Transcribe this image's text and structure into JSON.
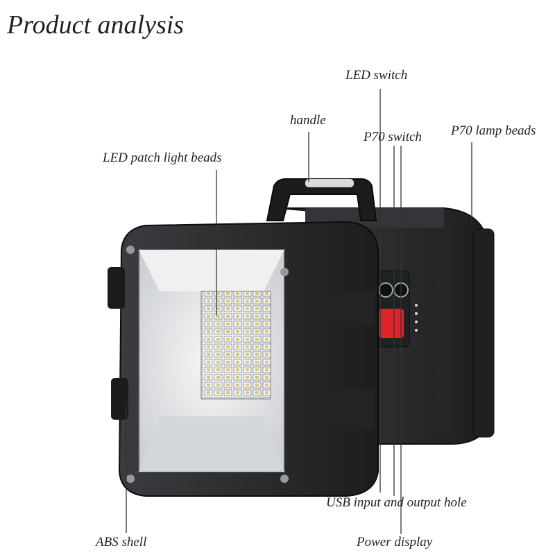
{
  "title": "Product analysis",
  "labels": {
    "led_switch": "LED switch",
    "handle": "handle",
    "p70_switch": "P70 switch",
    "p70_lamp_beads": "P70 lamp beads",
    "led_patch_light_beads": "LED patch light beads",
    "usb_hole": "USB input and output hole",
    "abs_shell": "ABS shell",
    "power_display": "Power display"
  },
  "colors": {
    "body": "#2a2c2e",
    "body_dark": "#161718",
    "lens": "#dcdfe2",
    "accent_red": "#e0252a",
    "handle_grip": "#d8dadc"
  }
}
